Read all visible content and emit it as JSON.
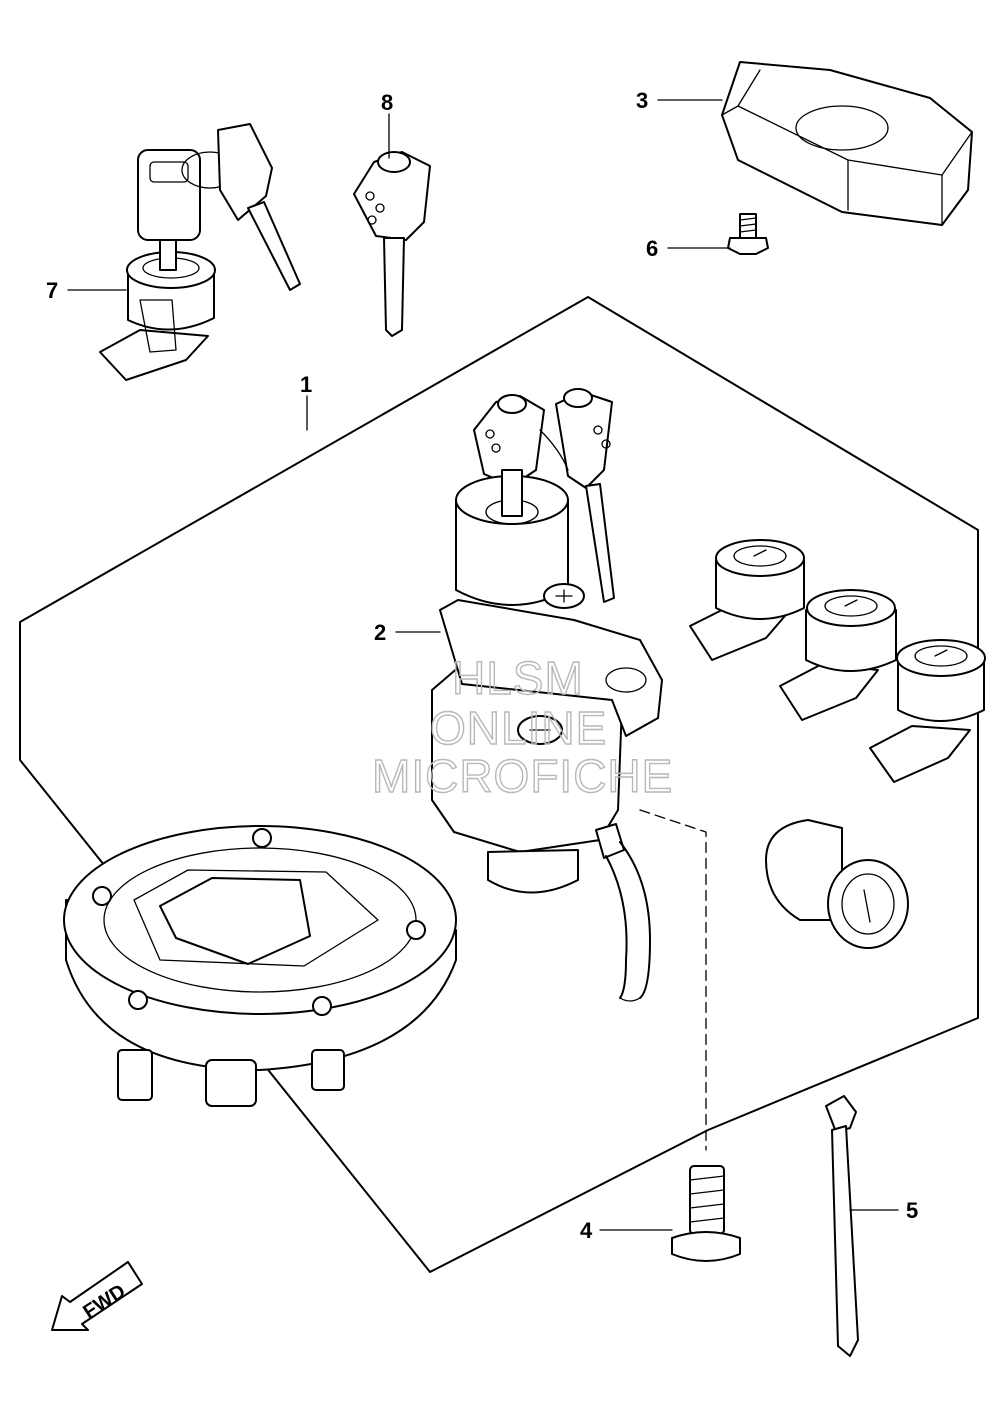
{
  "diagram": {
    "callouts": [
      {
        "id": "1",
        "label": "1"
      },
      {
        "id": "2",
        "label": "2"
      },
      {
        "id": "3",
        "label": "3"
      },
      {
        "id": "4",
        "label": "4"
      },
      {
        "id": "5",
        "label": "5"
      },
      {
        "id": "6",
        "label": "6"
      },
      {
        "id": "7",
        "label": "7"
      },
      {
        "id": "8",
        "label": "8"
      }
    ],
    "direction_arrow": {
      "label": "FWD"
    },
    "watermark": {
      "line1": "HLSM",
      "line2": "ONLINE",
      "line3": "MICROFICHE"
    }
  }
}
